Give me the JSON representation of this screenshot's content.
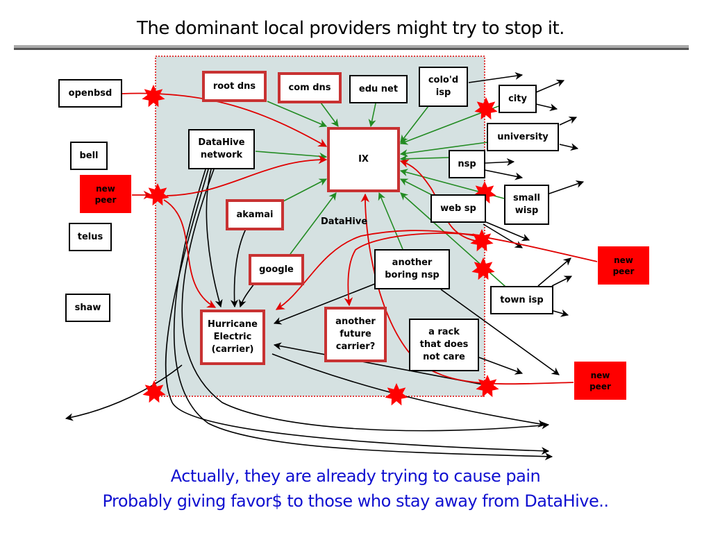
{
  "slide": {
    "title": "The dominant local providers might try to stop it.",
    "footer_lines": [
      "Actually, they are already trying to cause pain",
      "Probably giving favor$ to those who stay away from DataHive.."
    ]
  },
  "diagram": {
    "region_label": "DataHive",
    "colors": {
      "region_fill": "#d5e1e1",
      "region_border": "#e00000",
      "carrier_border": "#c83232",
      "peer_fill": "#ff0000",
      "green_edge": "#228b22",
      "red_edge": "#e00000",
      "black_edge": "#000000",
      "star": "#ff0000"
    },
    "nodes": {
      "openbsd": "openbsd",
      "bell": "bell",
      "new_peer_left": "new\npeer",
      "telus": "telus",
      "shaw": "shaw",
      "root_dns": "root dns",
      "com_dns": "com dns",
      "edu_net": "edu net",
      "colod_isp": "colo'd\nisp",
      "datahive_network": "DataHive\nnetwork",
      "ix": "IX",
      "akamai": "akamai",
      "google": "google",
      "hurricane_electric": "Hurricane\nElectric\n(carrier)",
      "another_future_carrier": "another\nfuture\ncarrier?",
      "another_boring_nsp": "another\nboring nsp",
      "a_rack": "a rack\nthat does\nnot care",
      "city": "city",
      "university": "university",
      "nsp": "nsp",
      "web_sp": "web sp",
      "small_wisp": "small\nwisp",
      "town_isp": "town isp",
      "new_peer_right_top": "new\npeer",
      "new_peer_right_bottom": "new\npeer"
    },
    "edges": [
      {
        "from": "root dns",
        "to": "IX",
        "color": "green"
      },
      {
        "from": "com dns",
        "to": "IX",
        "color": "green"
      },
      {
        "from": "edu net",
        "to": "IX",
        "color": "green"
      },
      {
        "from": "colo'd isp",
        "to": "IX",
        "color": "green"
      },
      {
        "from": "DataHive network",
        "to": "IX",
        "color": "green"
      },
      {
        "from": "akamai",
        "to": "IX",
        "color": "green"
      },
      {
        "from": "google",
        "to": "IX",
        "color": "green"
      },
      {
        "from": "another boring nsp",
        "to": "IX",
        "color": "green"
      },
      {
        "from": "city",
        "to": "IX",
        "color": "green"
      },
      {
        "from": "university",
        "to": "IX",
        "color": "green"
      },
      {
        "from": "nsp",
        "to": "IX",
        "color": "green"
      },
      {
        "from": "small wisp",
        "to": "IX",
        "color": "green"
      },
      {
        "from": "web sp",
        "to": "IX",
        "color": "green"
      },
      {
        "from": "town isp",
        "to": "IX",
        "color": "green"
      },
      {
        "from": "openbsd",
        "to": "IX",
        "color": "red"
      },
      {
        "from": "new peer (left)",
        "to": "IX",
        "color": "red"
      },
      {
        "from": "new peer (left)",
        "to": "Hurricane Electric",
        "color": "red"
      },
      {
        "from": "new peer (right top)",
        "to": "Hurricane Electric",
        "color": "red"
      },
      {
        "from": "new peer (right top)",
        "to": "another future carrier",
        "color": "red"
      },
      {
        "from": "new peer (right bottom)",
        "to": "IX",
        "color": "red"
      },
      {
        "from": "new peer (right bottom)",
        "to": "IX (via web sp)",
        "color": "red"
      },
      {
        "from": "DataHive network",
        "to": "Hurricane Electric",
        "color": "black"
      },
      {
        "from": "akamai",
        "to": "Hurricane Electric",
        "color": "black"
      },
      {
        "from": "google",
        "to": "Hurricane Electric",
        "color": "black"
      },
      {
        "from": "another boring nsp",
        "to": "Hurricane Electric",
        "color": "black"
      },
      {
        "from": "new peer (right bottom)",
        "to": "Hurricane Electric",
        "color": "black"
      }
    ]
  }
}
